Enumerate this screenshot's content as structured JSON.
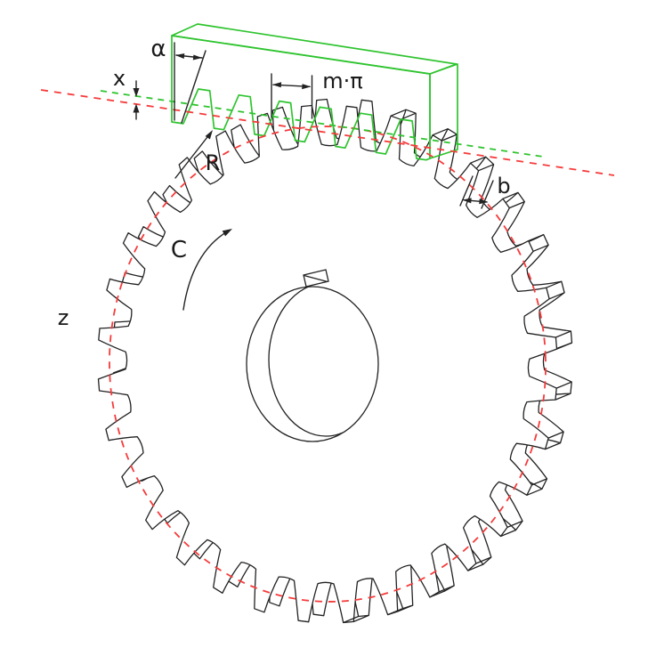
{
  "diagram": {
    "type": "gear-and-rack-generation-diagram",
    "labels": {
      "pressure_angle": "α",
      "profile_shift": "x",
      "pitch": "m·π",
      "pitch_radius": "R",
      "face_width": "b",
      "rotation_direction": "C",
      "tooth_count": "z"
    },
    "colors": {
      "rack": "#2fc42f",
      "pitch_line": "#f63b3b",
      "outline": "#222222",
      "background": "#ffffff"
    },
    "gear": {
      "teeth_drawn": 32
    }
  }
}
